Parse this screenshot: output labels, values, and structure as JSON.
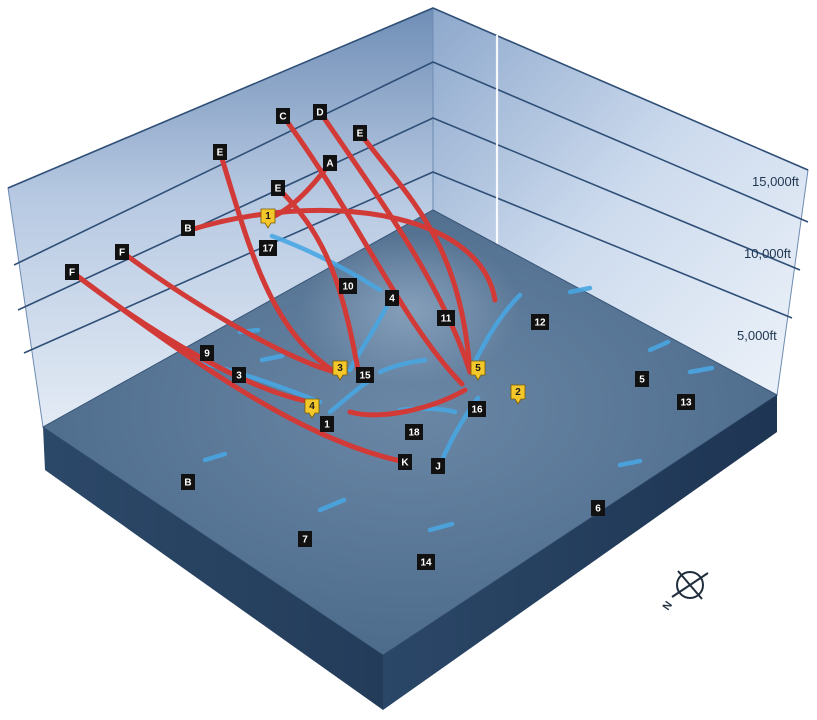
{
  "altitudes": [
    "15,000ft",
    "10,000ft",
    "5,000ft"
  ],
  "red_tracks": [
    "F",
    "F",
    "E",
    "E",
    "C",
    "A",
    "D",
    "E",
    "K"
  ],
  "blue_tracks": [
    "17",
    "10",
    "4",
    "11",
    "12",
    "15",
    "16",
    "18",
    "J",
    "1",
    "3",
    "9",
    "B",
    "7",
    "14",
    "6",
    "5",
    "13"
  ],
  "labels": [
    "E",
    "C",
    "D",
    "E",
    "A",
    "E",
    "B",
    "F",
    "F",
    "17",
    "10",
    "4",
    "11",
    "12",
    "9",
    "3",
    "15",
    "5",
    "13",
    "1",
    "18",
    "16",
    "J",
    "K",
    "B",
    "6",
    "7",
    "14"
  ],
  "markers": [
    "1",
    "3",
    "5",
    "2",
    "4"
  ],
  "compass": {
    "icon": "compass-icon",
    "letter": "N"
  },
  "colors": {
    "red": "#d23a37",
    "blue": "#49a6e2",
    "marker": "#f4c72a",
    "floor": "#52708f",
    "wall": "#c4d5ea"
  }
}
